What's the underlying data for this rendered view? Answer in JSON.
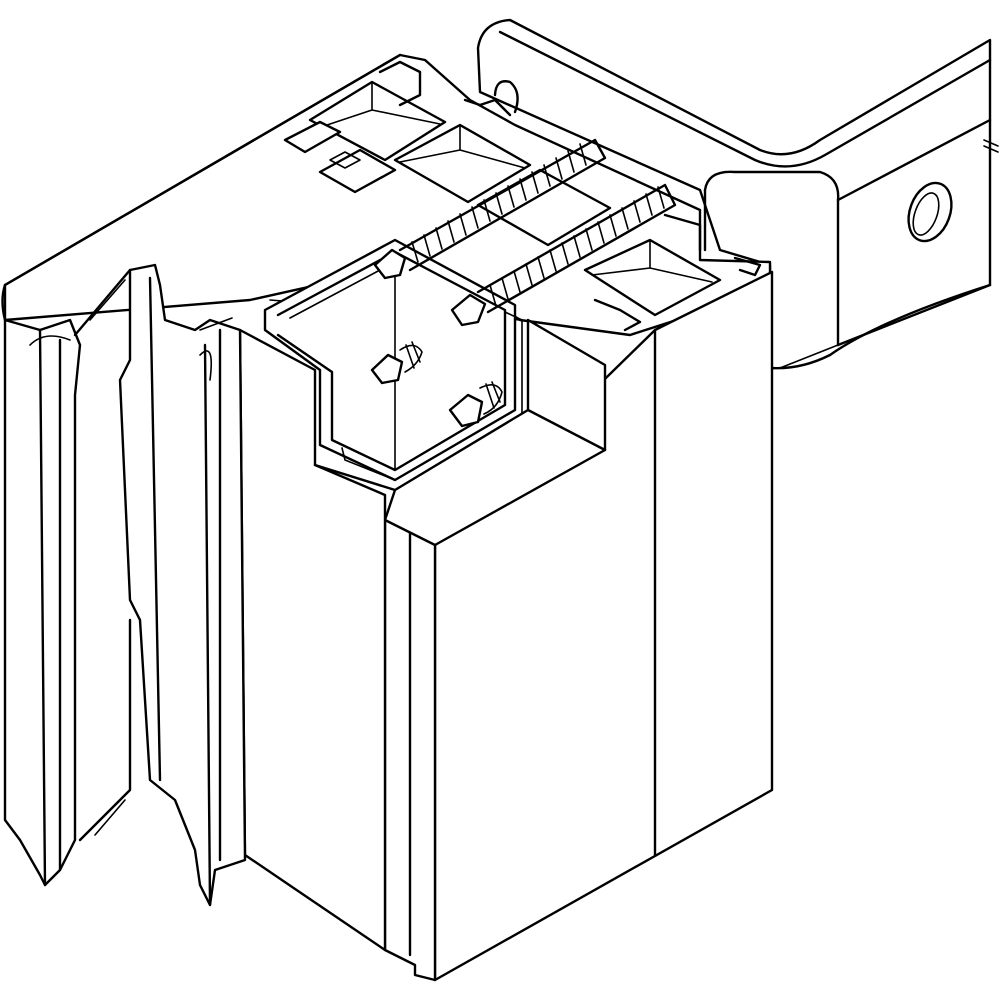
{
  "figure": {
    "background": "#ffffff",
    "line_color": "#000000",
    "components": [
      {
        "id": "outer-frame-profile",
        "kind": "profile"
      },
      {
        "id": "hollow-chambers",
        "kind": "profile"
      },
      {
        "id": "reinforcement-steel",
        "kind": "insert"
      },
      {
        "id": "wall-anchor-bracket",
        "kind": "bracket"
      },
      {
        "id": "bracket-hole",
        "kind": "hole"
      },
      {
        "id": "frame-screws",
        "kind": "fastener",
        "count": 4
      }
    ]
  }
}
